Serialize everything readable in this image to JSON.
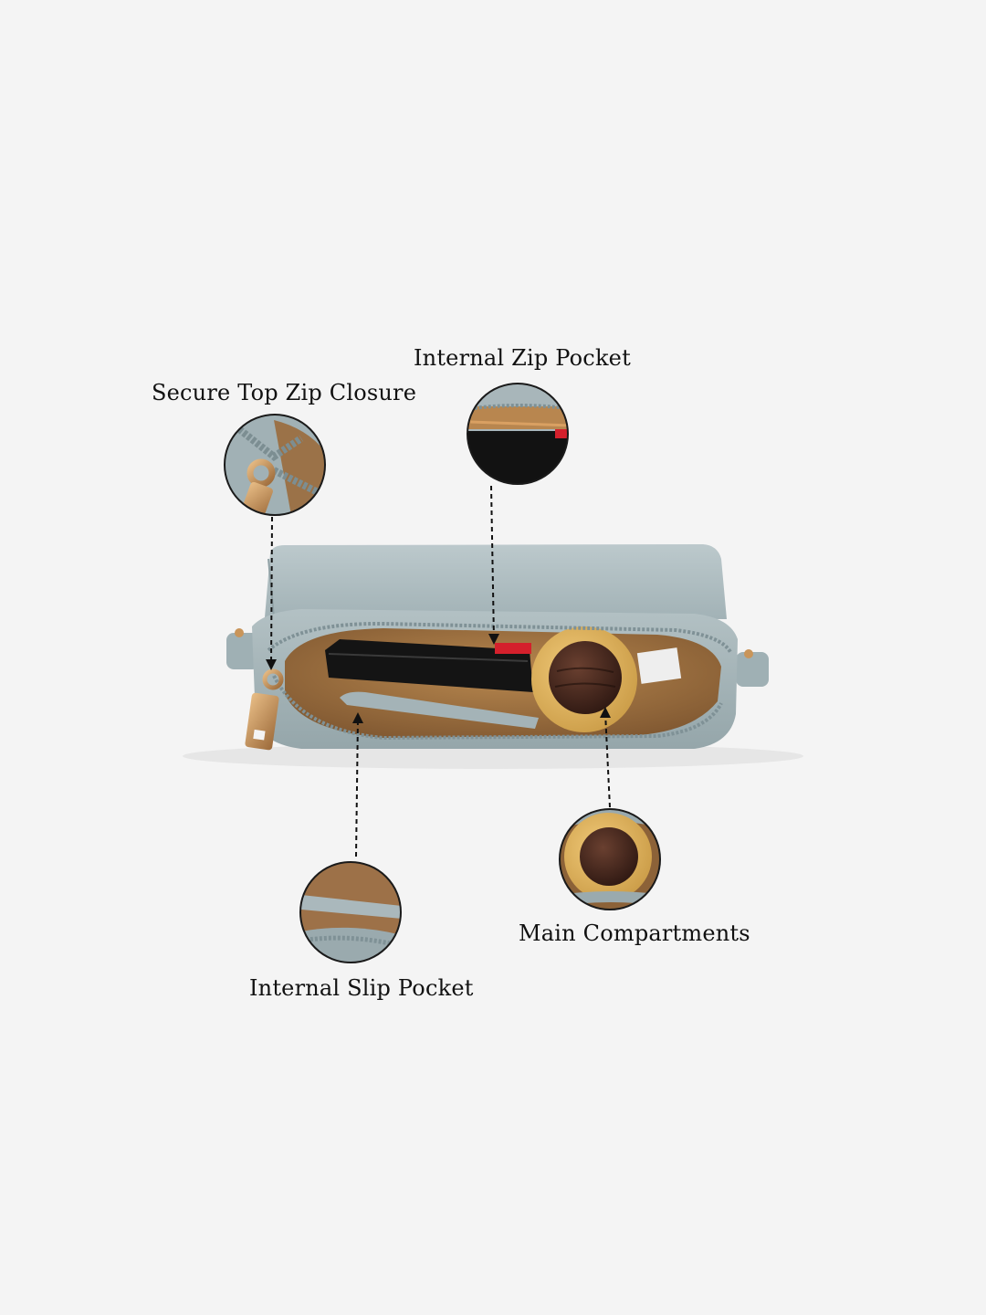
{
  "callouts": {
    "zip_closure": {
      "label": "Secure Top Zip Closure"
    },
    "zip_pocket": {
      "label": "Internal Zip Pocket"
    },
    "slip_pocket": {
      "label": "Internal Slip Pocket"
    },
    "main": {
      "label": "Main Compartments"
    }
  },
  "colors": {
    "background": "#f4f4f4",
    "bag_body": "#a9b8bc",
    "lining": "#a87a48",
    "hardware": "#c9955a"
  }
}
